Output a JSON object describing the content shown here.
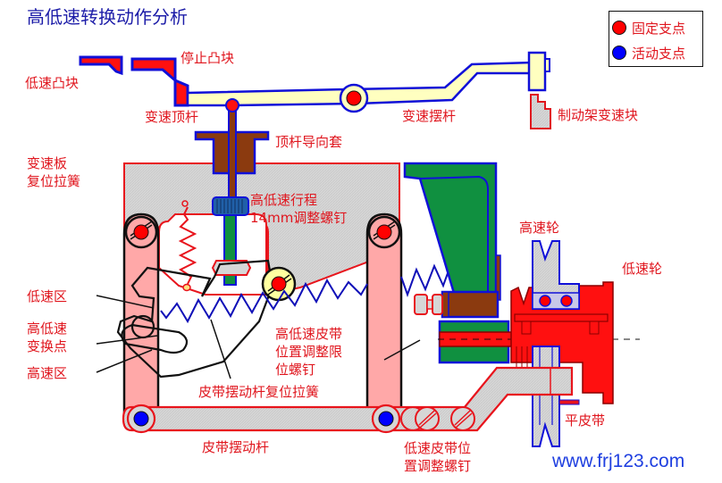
{
  "title": "高低速转换动作分析",
  "watermark": "www.frj123.com",
  "colors": {
    "label_red": "#e0161e",
    "title_blue": "#1c1ca8",
    "outline_blue": "#1010d8",
    "fixed_pivot": "#ff0000",
    "moving_pivot": "#0000ff",
    "lever_yellow": "#ffffc0",
    "guide_brown": "#8b3a0f",
    "bracket_green": "#109040",
    "link_pink": "#ffa8a8",
    "plate_gray": "#d4d4d4"
  },
  "legend": {
    "items": [
      {
        "label": "固定支点",
        "color": "#ff0000",
        "icon": "fixed-pivot-icon"
      },
      {
        "label": "活动支点",
        "color": "#0000ff",
        "icon": "moving-pivot-icon"
      }
    ]
  },
  "labels": {
    "low_speed_cam": "低速凸块",
    "stop_cam": "停止凸块",
    "shift_push_rod": "变速顶杆",
    "shift_swing_lever": "变速摆杆",
    "brake_frame_shift_block": "制动架变速块",
    "push_rod_guide_sleeve": "顶杆导向套",
    "shift_plate_return_spring": "变速板\n复位拉簧",
    "travel_adjust_screw": "高低速行程\n14mm调整螺钉",
    "high_speed_wheel": "高速轮",
    "low_speed_wheel": "低速轮",
    "low_speed_zone": "低速区",
    "switch_point": "高低速\n变换点",
    "high_speed_zone": "高速区",
    "belt_limit_screw": "高低速皮带\n位置调整限\n位螺钉",
    "belt_lever_return_spring": "皮带摆动杆复位拉簧",
    "belt_swing_lever": "皮带摆动杆",
    "low_belt_adjust_screw": "低速皮带位\n置调整螺钉",
    "flat_belt": "平皮带"
  }
}
